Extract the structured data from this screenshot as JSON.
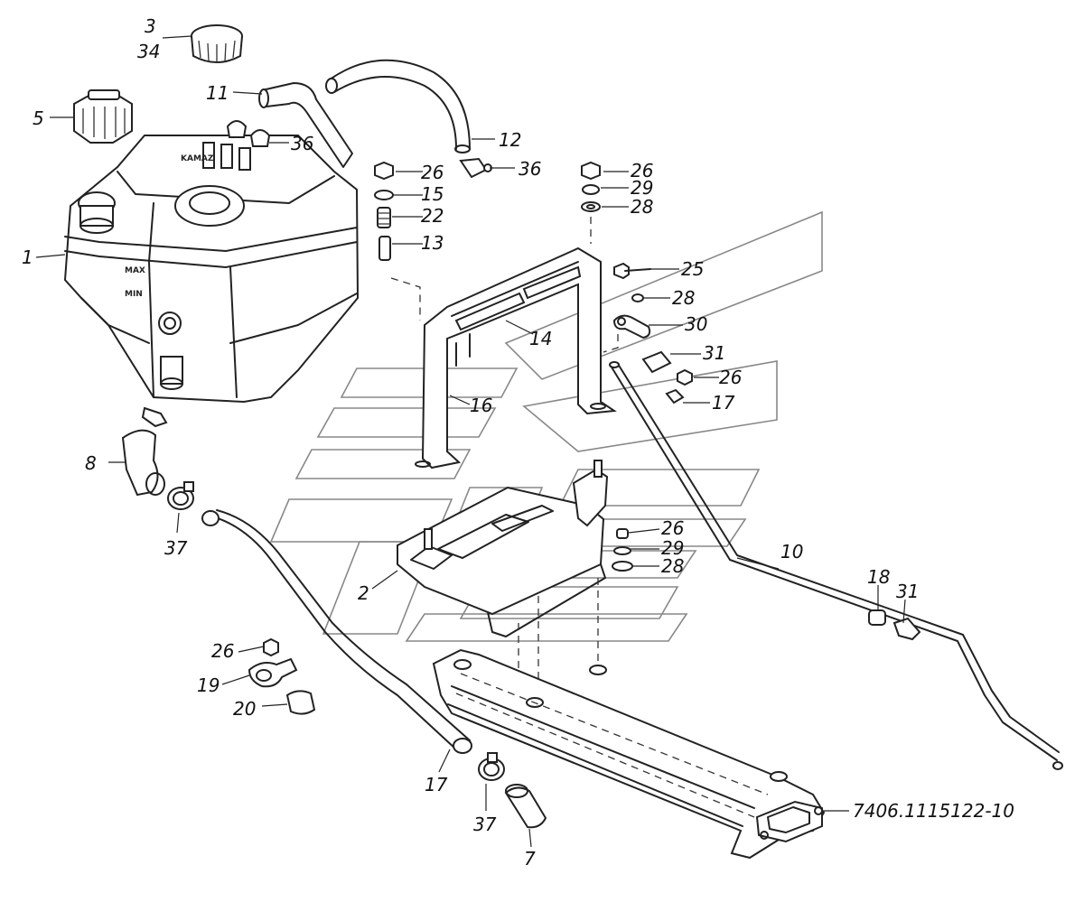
{
  "diagram": {
    "part_number": "7406.1115122-10",
    "embossed": {
      "max_label": "MAX",
      "min_label": "MIN",
      "brand": "KAMAZ"
    },
    "callouts": [
      {
        "id": "c1",
        "text": "1"
      },
      {
        "id": "c2",
        "text": "2"
      },
      {
        "id": "c3",
        "text": "3"
      },
      {
        "id": "c34",
        "text": "34"
      },
      {
        "id": "c5",
        "text": "5"
      },
      {
        "id": "c7",
        "text": "7"
      },
      {
        "id": "c8",
        "text": "8"
      },
      {
        "id": "c10",
        "text": "10"
      },
      {
        "id": "c11",
        "text": "11"
      },
      {
        "id": "c12",
        "text": "12"
      },
      {
        "id": "c13",
        "text": "13"
      },
      {
        "id": "c14",
        "text": "14"
      },
      {
        "id": "c15",
        "text": "15"
      },
      {
        "id": "c16",
        "text": "16"
      },
      {
        "id": "c17a",
        "text": "17"
      },
      {
        "id": "c17b",
        "text": "17"
      },
      {
        "id": "c18",
        "text": "18"
      },
      {
        "id": "c19",
        "text": "19"
      },
      {
        "id": "c20",
        "text": "20"
      },
      {
        "id": "c22",
        "text": "22"
      },
      {
        "id": "c25",
        "text": "25"
      },
      {
        "id": "c26a",
        "text": "26"
      },
      {
        "id": "c26b",
        "text": "26"
      },
      {
        "id": "c26c",
        "text": "26"
      },
      {
        "id": "c26d",
        "text": "26"
      },
      {
        "id": "c26e",
        "text": "26"
      },
      {
        "id": "c28a",
        "text": "28"
      },
      {
        "id": "c28b",
        "text": "28"
      },
      {
        "id": "c28c",
        "text": "28"
      },
      {
        "id": "c29a",
        "text": "29"
      },
      {
        "id": "c29b",
        "text": "29"
      },
      {
        "id": "c30",
        "text": "30"
      },
      {
        "id": "c31a",
        "text": "31"
      },
      {
        "id": "c31b",
        "text": "31"
      },
      {
        "id": "c36a",
        "text": "36"
      },
      {
        "id": "c36b",
        "text": "36"
      },
      {
        "id": "c37a",
        "text": "37"
      },
      {
        "id": "c37b",
        "text": "37"
      }
    ]
  }
}
